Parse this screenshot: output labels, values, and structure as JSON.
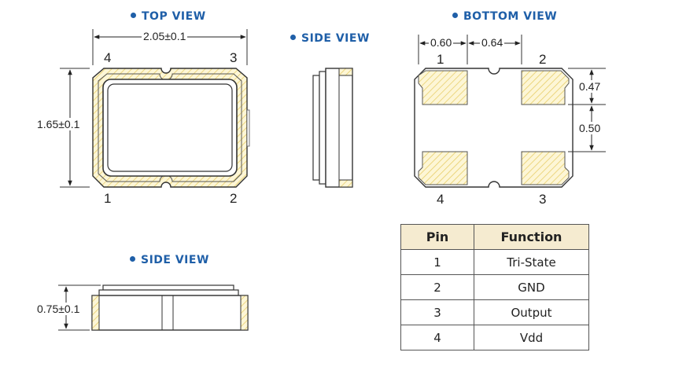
{
  "colors": {
    "label_blue": "#1f5fa8",
    "header_bg": "#f5ebd0",
    "pad_fill": "#fdf6d6",
    "pad_hatch": "#e8cf6a"
  },
  "views": {
    "top": "TOP VIEW",
    "side_right": "SIDE VIEW",
    "bottom": "BOTTOM VIEW",
    "side_bottom": "SIDE VIEW"
  },
  "dimensions": {
    "top_width": "2.05±0.1",
    "top_height": "1.65±0.1",
    "side_height": "0.75±0.1",
    "bottom_pad_offset": "0.60",
    "bottom_pad_pitch": "0.64",
    "bottom_pad_height": "0.47",
    "bottom_pad_gap": "0.50"
  },
  "top_pins": {
    "tl": "4",
    "tr": "3",
    "bl": "1",
    "br": "2"
  },
  "bottom_pins": {
    "tl": "1",
    "tr": "2",
    "bl": "4",
    "br": "3"
  },
  "table": {
    "headers": [
      "Pin",
      "Function"
    ],
    "rows": [
      {
        "pin": "1",
        "function": "Tri-State"
      },
      {
        "pin": "2",
        "function": "GND"
      },
      {
        "pin": "3",
        "function": "Output"
      },
      {
        "pin": "4",
        "function": "Vdd"
      }
    ]
  }
}
